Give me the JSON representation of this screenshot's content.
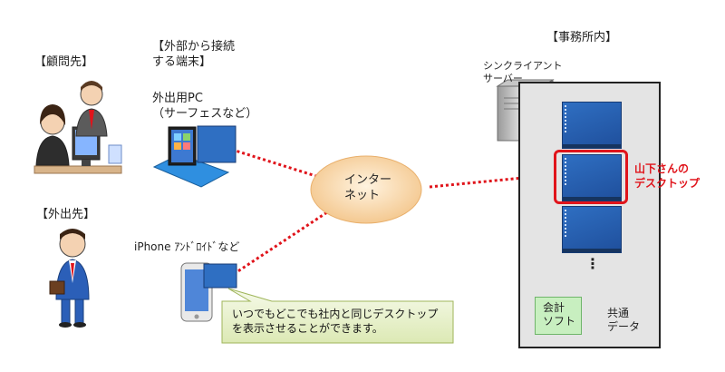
{
  "clients": {
    "advisor_label": "【顧問先】",
    "outside_label": "【外出先】"
  },
  "devices": {
    "header": "【外部から接続\n する端末】",
    "surface_label": "外出用PC\n（サーフェスなど）",
    "iphone_label": "iPhone ｱﾝﾄﾞﾛｲﾄﾞなど"
  },
  "internet": {
    "label": "インター\nネット"
  },
  "office": {
    "title": "【事務所内】",
    "server_label": "シンクライアント\nサーバー",
    "ellipsis": "⋮",
    "highlight_label": "山下さんの\nデスクトップ",
    "software_label": "会計\nソフト",
    "shared_data_label": "共通\nデータ"
  },
  "callout": {
    "text": "いつでもどこでも社内と同じデスクトップ\nを表示させることができます。"
  },
  "colors": {
    "connector": "#e0141b",
    "highlight": "#e0141b",
    "desktop": "#2f6fc2",
    "cloud": "#f8d8a8",
    "callout": "#e8f2c8",
    "shared_data": "#ffd6f4"
  }
}
